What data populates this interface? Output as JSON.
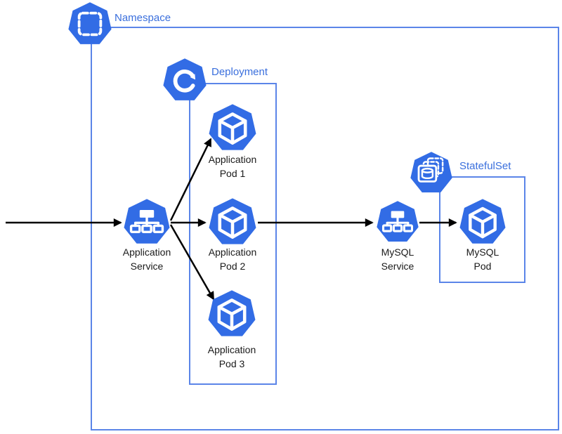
{
  "boundaries": {
    "namespace": {
      "label": "Namespace",
      "icon": "namespace-icon"
    },
    "deployment": {
      "label": "Deployment",
      "icon": "deployment-icon"
    },
    "statefulset": {
      "label": "StatefulSet",
      "icon": "statefulset-icon"
    }
  },
  "nodes": {
    "app_service": {
      "label": "Application\nService",
      "icon": "service-icon"
    },
    "app_pod_1": {
      "label": "Application\nPod 1",
      "icon": "pod-icon"
    },
    "app_pod_2": {
      "label": "Application\nPod 2",
      "icon": "pod-icon"
    },
    "app_pod_3": {
      "label": "Application\nPod 3",
      "icon": "pod-icon"
    },
    "mysql_service": {
      "label": "MySQL\nService",
      "icon": "service-icon"
    },
    "mysql_pod": {
      "label": "MySQL\nPod",
      "icon": "pod-icon"
    }
  },
  "edges": [
    {
      "from": "external",
      "to": "app_service"
    },
    {
      "from": "app_service",
      "to": "app_pod_1"
    },
    {
      "from": "app_service",
      "to": "app_pod_2"
    },
    {
      "from": "app_service",
      "to": "app_pod_3"
    },
    {
      "from": "app_pod_2",
      "to": "mysql_service"
    },
    {
      "from": "mysql_service",
      "to": "mysql_pod"
    }
  ],
  "colors": {
    "background": "#ffffff",
    "kubernetes_blue": "#326CE5",
    "icon_glyph": "#ffffff",
    "boundary_border": "#5b85e8",
    "boundary_label": "#3a6fdd",
    "node_label": "#1a1a1a",
    "arrow": "#000000"
  }
}
